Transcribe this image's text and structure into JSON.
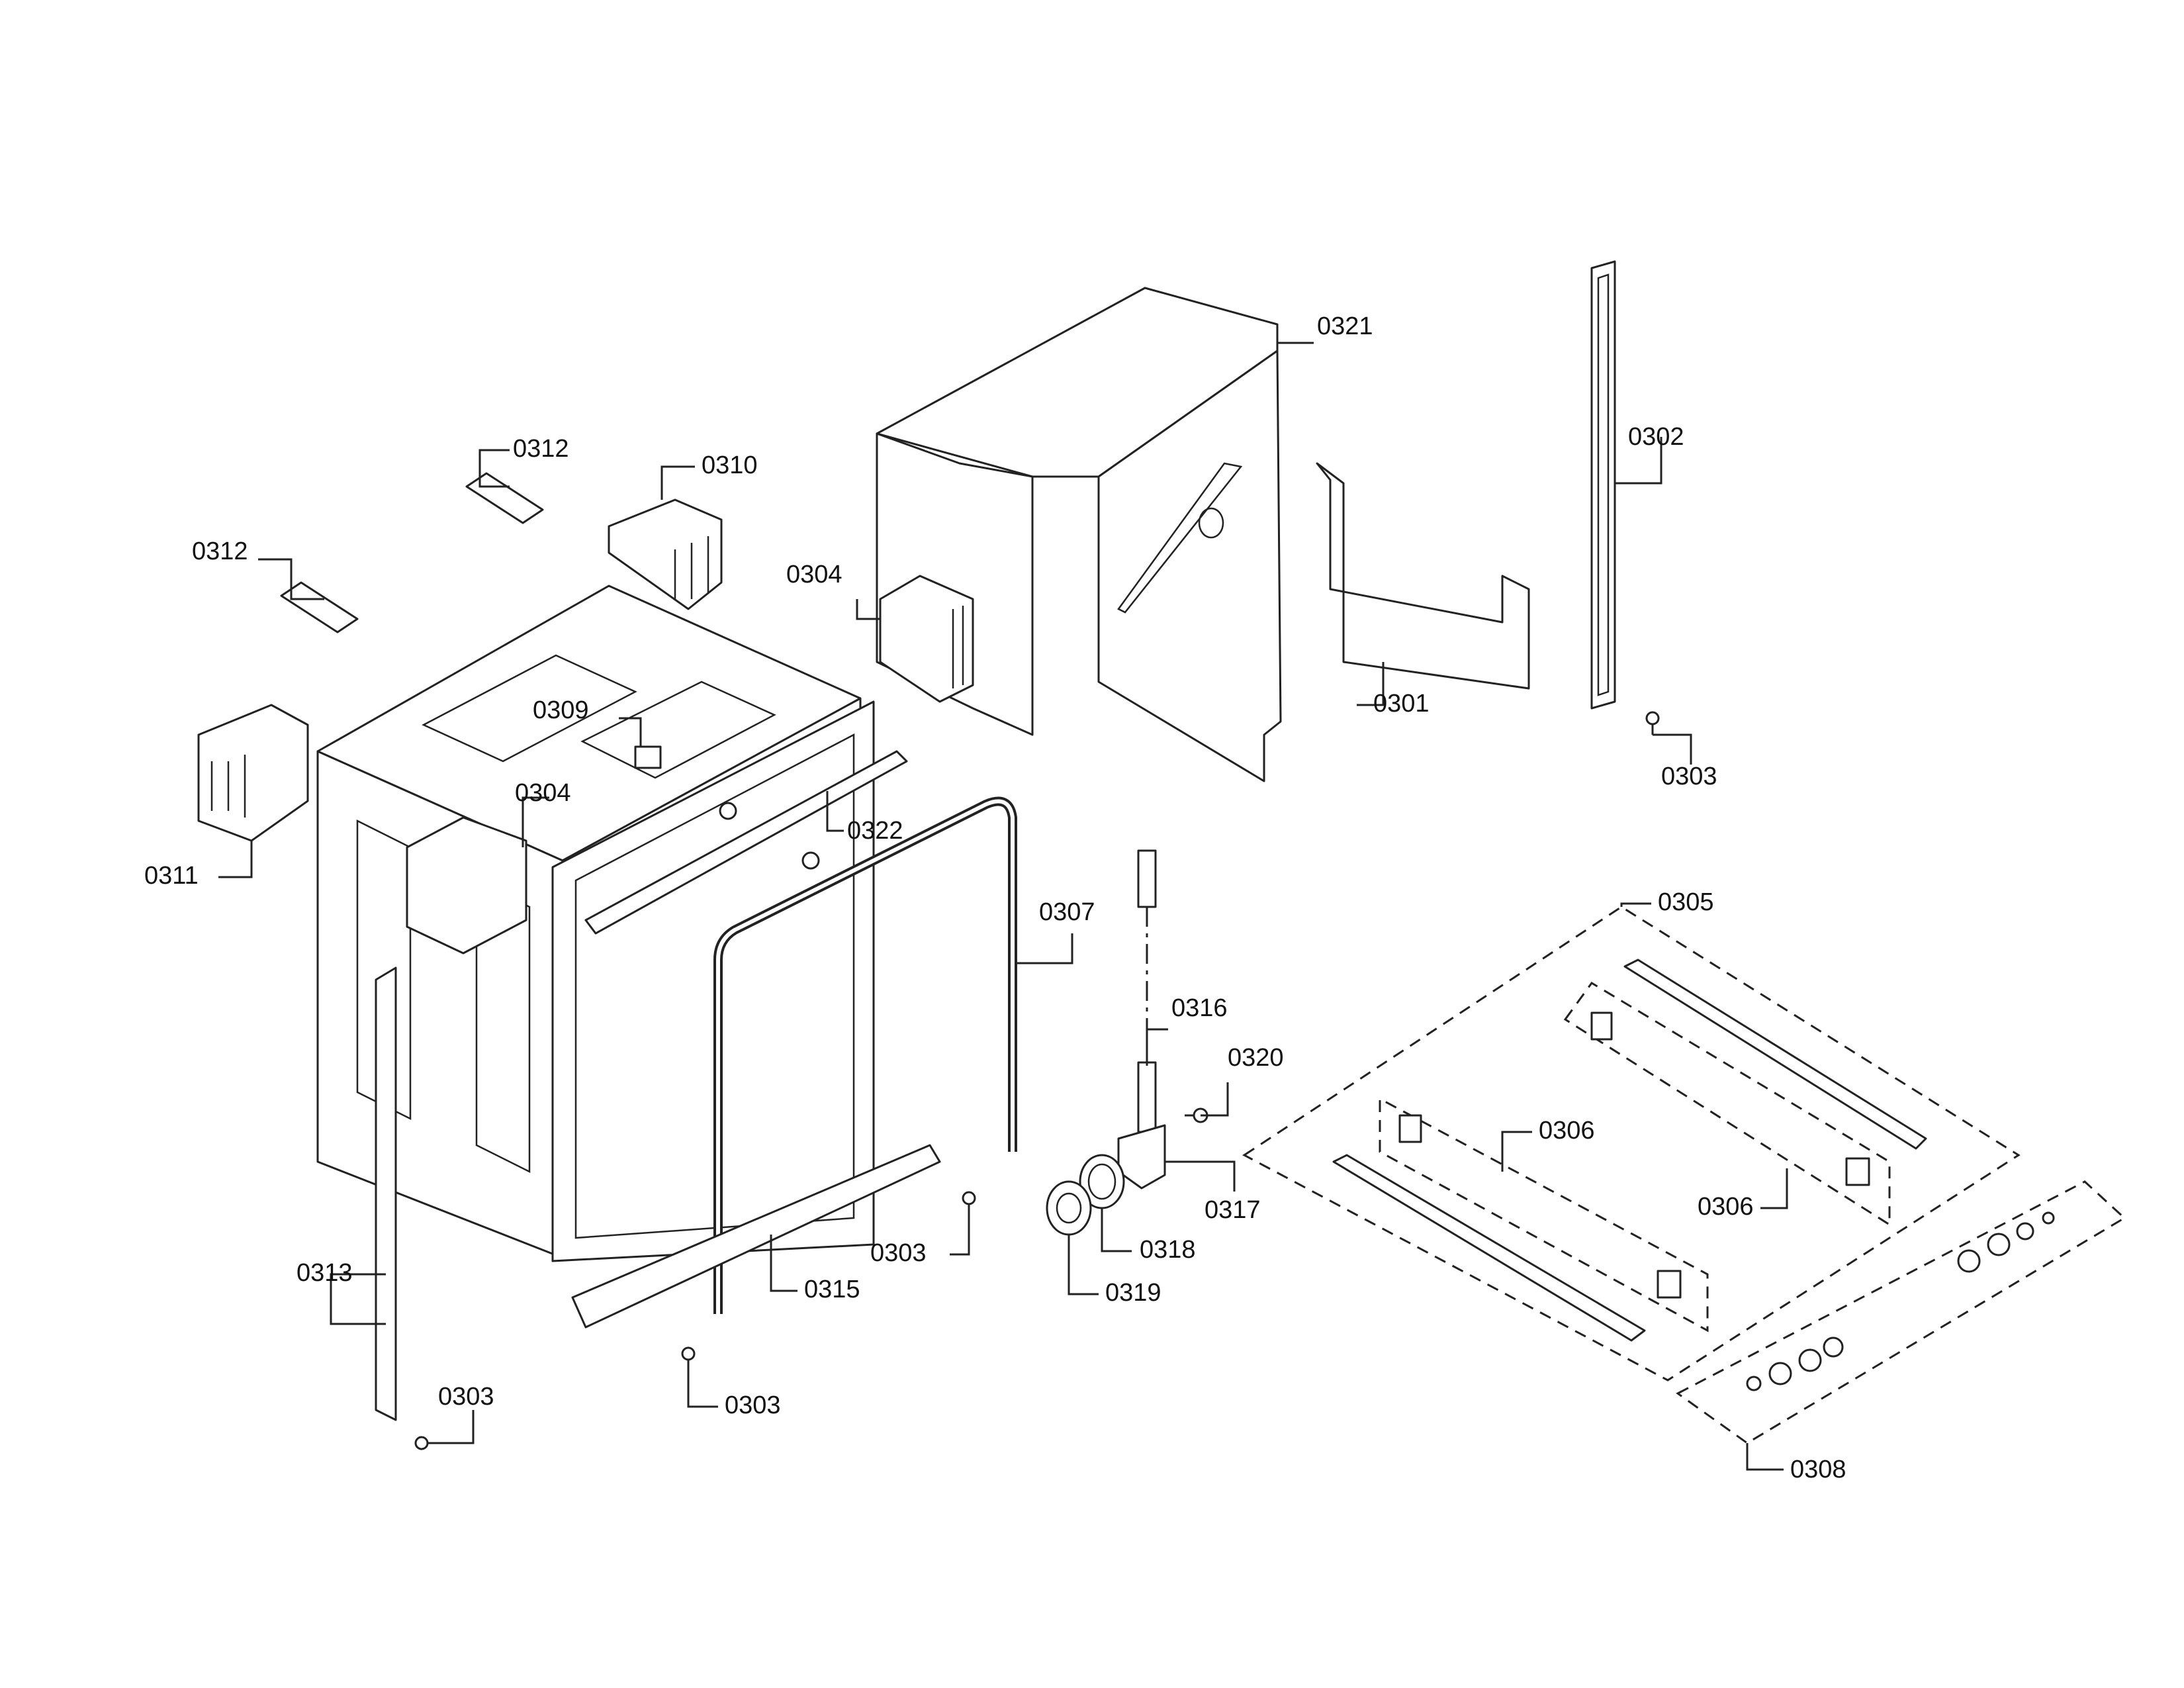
{
  "callouts": [
    {
      "id": "c0321",
      "text": "0321"
    },
    {
      "id": "c0302",
      "text": "0302"
    },
    {
      "id": "c0312a",
      "text": "0312"
    },
    {
      "id": "c0310",
      "text": "0310"
    },
    {
      "id": "c0312b",
      "text": "0312"
    },
    {
      "id": "c0304a",
      "text": "0304"
    },
    {
      "id": "c0301",
      "text": "0301"
    },
    {
      "id": "c0303a",
      "text": "0303"
    },
    {
      "id": "c0309",
      "text": "0309"
    },
    {
      "id": "c0304b",
      "text": "0304"
    },
    {
      "id": "c0311",
      "text": "0311"
    },
    {
      "id": "c0322",
      "text": "0322"
    },
    {
      "id": "c0305",
      "text": "0305"
    },
    {
      "id": "c0307",
      "text": "0307"
    },
    {
      "id": "c0316",
      "text": "0316"
    },
    {
      "id": "c0320",
      "text": "0320"
    },
    {
      "id": "c0306a",
      "text": "0306"
    },
    {
      "id": "c0306b",
      "text": "0306"
    },
    {
      "id": "c0317",
      "text": "0317"
    },
    {
      "id": "c0303b",
      "text": "0303"
    },
    {
      "id": "c0318",
      "text": "0318"
    },
    {
      "id": "c0313",
      "text": "0313"
    },
    {
      "id": "c0315",
      "text": "0315"
    },
    {
      "id": "c0319",
      "text": "0319"
    },
    {
      "id": "c0303c",
      "text": "0303"
    },
    {
      "id": "c0303d",
      "text": "0303"
    },
    {
      "id": "c0308",
      "text": "0308"
    }
  ]
}
